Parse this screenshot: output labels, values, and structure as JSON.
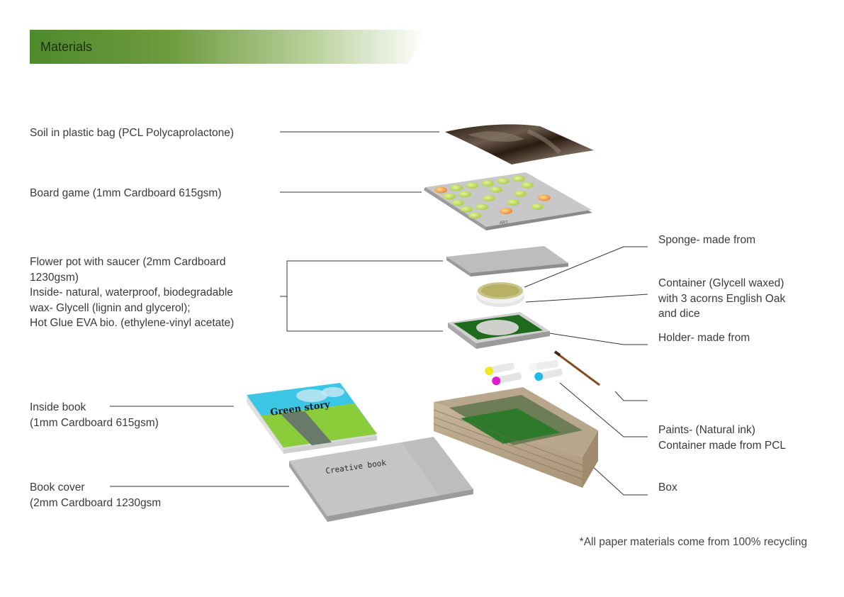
{
  "header": {
    "title": "Materials"
  },
  "labels": {
    "soil": [
      "Soil in plastic bag (PCL Polycaprolactone)"
    ],
    "board_game": [
      "Board game (1mm Cardboard 615gsm)"
    ],
    "flower_pot": [
      "Flower pot with saucer (2mm Cardboard",
      "1230gsm)",
      "Inside- natural, waterproof, biodegradable",
      "wax- Glycell (lignin and glycerol);",
      "Hot Glue EVA bio. (ethylene-vinyl acetate)"
    ],
    "inside_book": [
      "Inside book",
      "(1mm Cardboard 615gsm)"
    ],
    "book_cover": [
      "Book cover",
      "(2mm Cardboard 1230gsm"
    ],
    "sponge": [
      "Sponge- made from"
    ],
    "container": [
      "Container (Glycell waxed)",
      "with 3 acorns English Oak",
      "and dice"
    ],
    "holder": [
      "Holder- made from"
    ],
    "paints": [
      "Paints- (Natural ink)",
      "Container made from PCL"
    ],
    "box": [
      "Box"
    ]
  },
  "book_titles": {
    "inside": "Green story",
    "cover": "Creative book",
    "board": "ART"
  },
  "footnote": "*All paper materials come from 100% recycling",
  "colors": {
    "accent_green": "#4e8a2c",
    "felt_green": "#1f6a1c",
    "grass": "#8acc3a",
    "sky": "#3cc6e6"
  }
}
